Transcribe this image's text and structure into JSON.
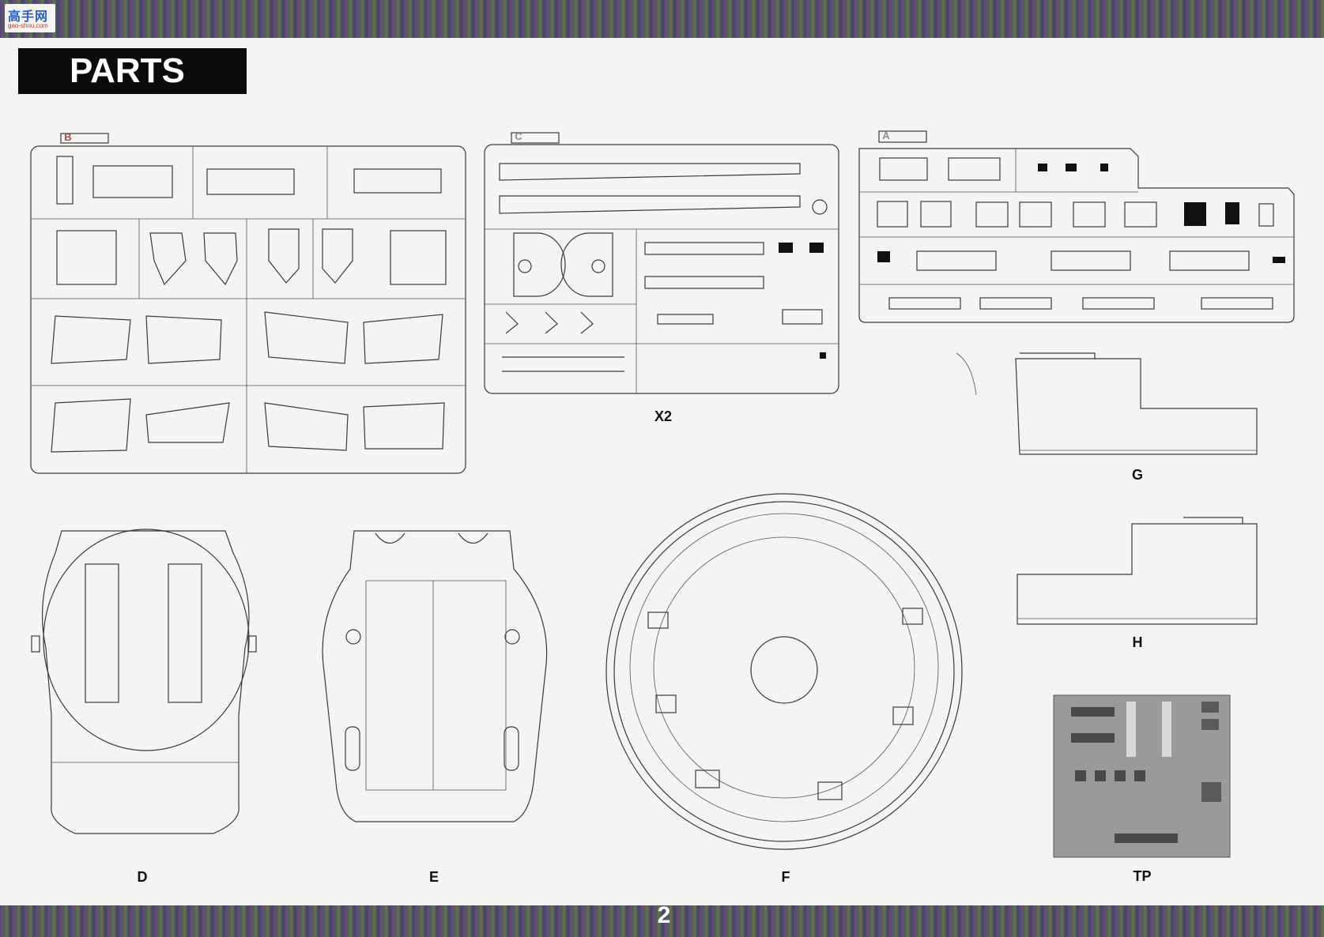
{
  "header": {
    "title": "PARTS",
    "watermark_main": "高手网",
    "watermark_sub": "gao-shou.com"
  },
  "sprues": {
    "b": {
      "tag": "B"
    },
    "c": {
      "tag": "C",
      "quantity": "X2"
    },
    "a": {
      "tag": "A"
    }
  },
  "parts_labels": {
    "g": "G",
    "h": "H",
    "d": "D",
    "e": "E",
    "f": "F",
    "tp": "TP"
  },
  "footer": {
    "page_number": "2"
  }
}
